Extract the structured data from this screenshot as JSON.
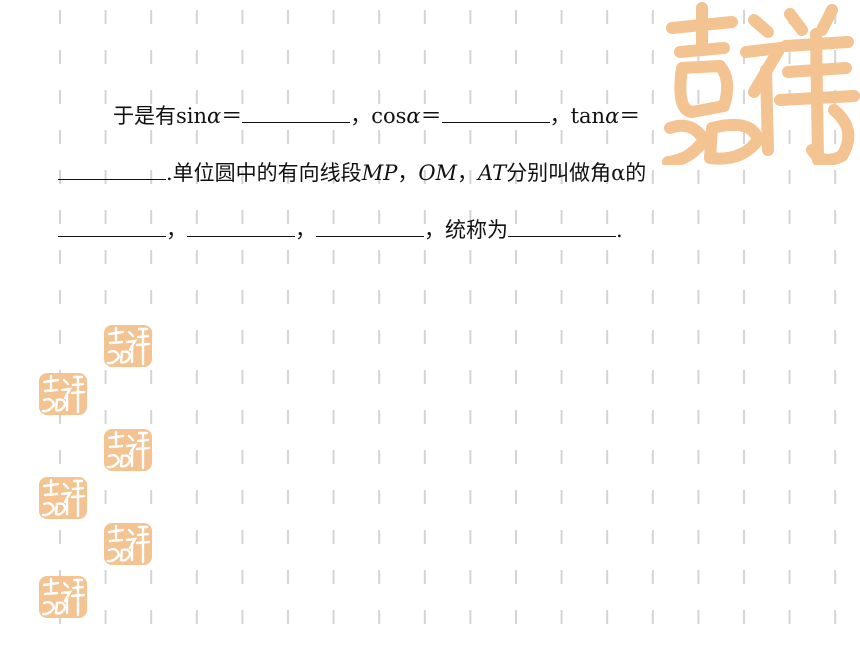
{
  "colors": {
    "seal": "#f4c392",
    "grid": "#d4d4d4",
    "text": "#111111"
  },
  "decorations": {
    "seal_icon": "ji-xiang-ru-yi-seal-icon"
  },
  "content": {
    "line1": {
      "p1": "于是有sin",
      "var1": "α",
      "p2": "＝",
      "p3": "，cos",
      "var2": "α",
      "p4": "＝",
      "p5": "，tan",
      "var3": "α",
      "p6": "＝"
    },
    "line2": {
      "p1": ".单位圆中的有向线段",
      "mp": "MP",
      "sep1": "，",
      "om": "OM",
      "sep2": "，",
      "at": "AT",
      "p2": "分别叫做角",
      "var": "α",
      "p3": "的"
    },
    "line3": {
      "sep1": "，",
      "sep2": "，",
      "p1": "，统称为",
      "end": "."
    }
  }
}
